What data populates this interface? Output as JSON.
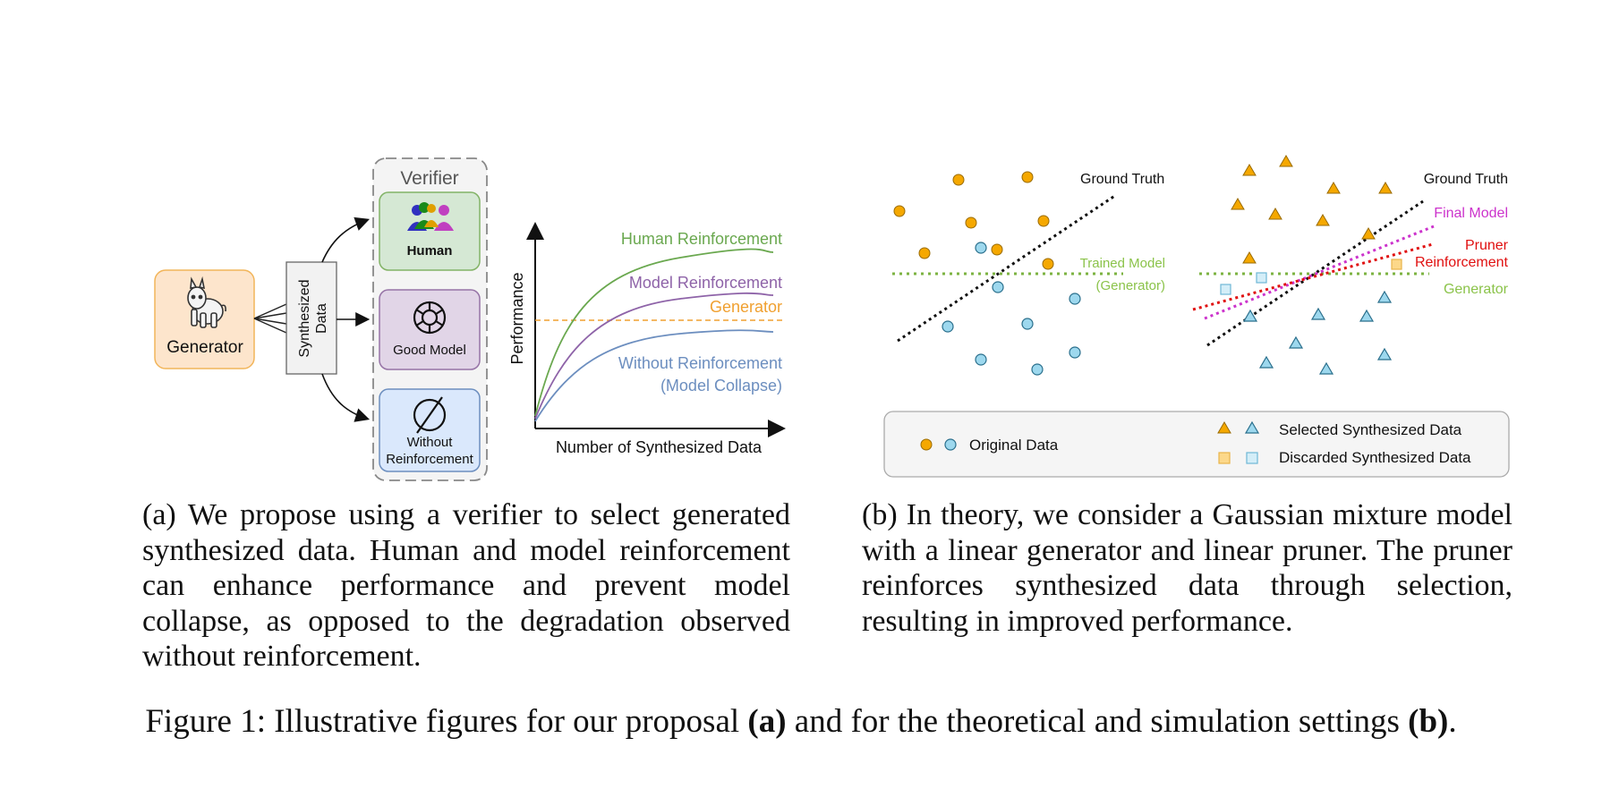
{
  "panel_a": {
    "generator_label": "Generator",
    "synthesized_label_line1": "Synthesized",
    "synthesized_label_line2": "Data",
    "verifier_title": "Verifier",
    "human_label": "Human",
    "good_model_label": "Good Model",
    "without_label_line1": "Without",
    "without_label_line2": "Reinforcement",
    "chart_data": {
      "type": "line",
      "xlabel": "Number of Synthesized Data",
      "ylabel": "Performance",
      "series": [
        {
          "name": "Human Reinforcement",
          "color": "#6aa84f"
        },
        {
          "name": "Model Reinforcement",
          "color": "#8e63a8"
        },
        {
          "name": "Generator",
          "color": "#f0a030"
        },
        {
          "name": "Without Reinforcement",
          "name_line2": "(Model Collapse)",
          "color": "#6c8ebf"
        }
      ]
    }
  },
  "panel_b": {
    "left": {
      "ground_truth": "Ground Truth",
      "trained_model_line1": "Trained Model",
      "trained_model_line2": "(Generator)"
    },
    "right": {
      "ground_truth": "Ground Truth",
      "final_model": "Final Model",
      "pruner_line1": "Pruner",
      "pruner_line2": "Reinforcement",
      "generator": "Generator"
    },
    "legend": {
      "original": "Original Data",
      "selected": "Selected Synthesized Data",
      "discarded": "Discarded Synthesized Data"
    },
    "colors": {
      "orange": "#f5a800",
      "blue": "#7ec8e3",
      "ground_truth": "#111111",
      "generator": "#7cb342",
      "final_model": "#cc33cc",
      "pruner": "#e01010"
    }
  },
  "captions": {
    "a": "(a) We propose using a verifier to select generated synthesized data. Human and model reinforcement can enhance performance and prevent model collapse, as opposed to the degradation observed without reinforcement.",
    "b": "(b) In theory, we consider a Gaussian mixture model with a linear generator and linear pruner. The pruner reinforces synthesized data through selection, resulting in improved performance.",
    "figure_prefix": "Figure 1: Illustrative figures for our proposal ",
    "figure_bold_a": "(a)",
    "figure_middle": " and for the theoretical and simulation settings ",
    "figure_bold_b": "(b)",
    "figure_suffix": "."
  }
}
